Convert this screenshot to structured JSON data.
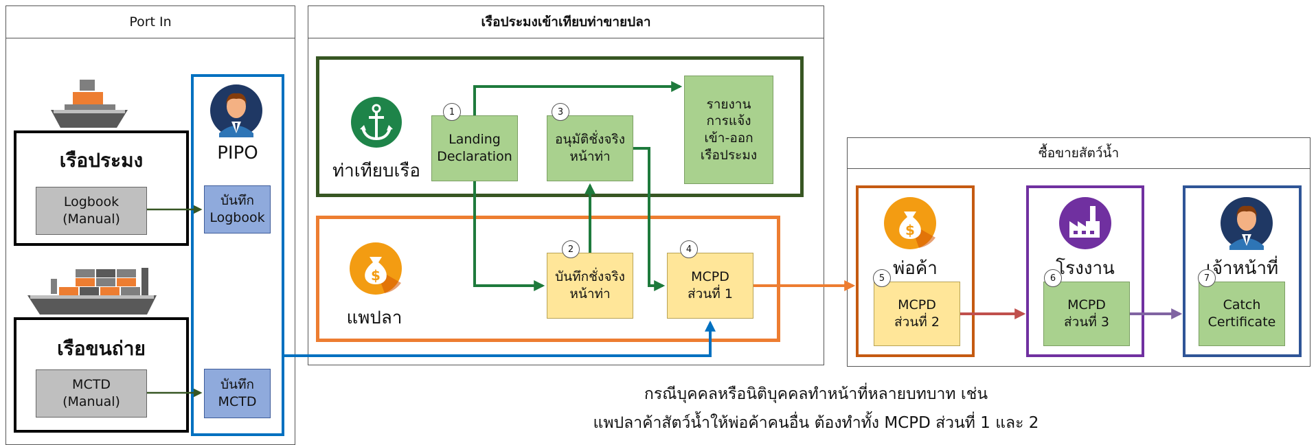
{
  "port_in": {
    "title": "Port In",
    "fishing_vessel": {
      "label": "เรือประมง",
      "doc": "Logbook\n(Manual)"
    },
    "carrier_vessel": {
      "label": "เรือขนถ่าย",
      "doc": "MCTD\n(Manual)"
    },
    "pipo": {
      "label": "PIPO",
      "record_logbook": "บันทึก\nLogbook",
      "record_mctd": "บันทึก\nMCTD"
    }
  },
  "landing": {
    "title": "เรือประมงเข้าเทียบท่าขายปลา",
    "port_label": "ท่าเทียบเรือ",
    "market_label": "แพปลา",
    "step1": {
      "num": "1",
      "label": "Landing\nDeclaration"
    },
    "step3": {
      "num": "3",
      "label": "อนุมัติชั่งจริง\nหน้าท่า"
    },
    "report": {
      "label": "รายงาน\nการแจ้ง\nเข้า-ออก\nเรือประมง"
    },
    "step2": {
      "num": "2",
      "label": "บันทึกชั่งจริง\nหน้าท่า"
    },
    "step4": {
      "num": "4",
      "label": "MCPD\nส่วนที่ 1"
    }
  },
  "trade": {
    "title": "ซื้อขายสัตว์น้ำ",
    "merchant": {
      "label": "พ่อค้า",
      "num": "5",
      "doc": "MCPD\nส่วนที่ 2"
    },
    "factory": {
      "label": "โรงงาน",
      "num": "6",
      "doc": "MCPD\nส่วนที่ 3"
    },
    "officer": {
      "label": "เจ้าหน้าที่",
      "num": "7",
      "doc": "Catch\nCertificate"
    }
  },
  "note": {
    "line1": "กรณีบุคคลหรือนิติบุคคลทำหน้าที่หลายบทบาท เช่น",
    "line2": "แพปลาค้าสัตว์น้ำให้พ่อค้าคนอื่น ต้องทำทั้ง MCPD ส่วนที่ 1 และ 2"
  },
  "colors": {
    "port_green": "#375623",
    "market_orange": "#ed7d31",
    "pipo_blue": "#0070c0",
    "merchant_brown": "#c55a11",
    "factory_purple": "#7030a0",
    "officer_navy": "#2f5597",
    "arrow_green": "#1e7a3c",
    "arrow_red": "#c0504d",
    "arrow_purple": "#8064a2"
  },
  "icons": [
    "cargo-ship-icon",
    "container-ship-icon",
    "person-icon",
    "anchor-icon",
    "money-bag-icon",
    "factory-icon"
  ]
}
